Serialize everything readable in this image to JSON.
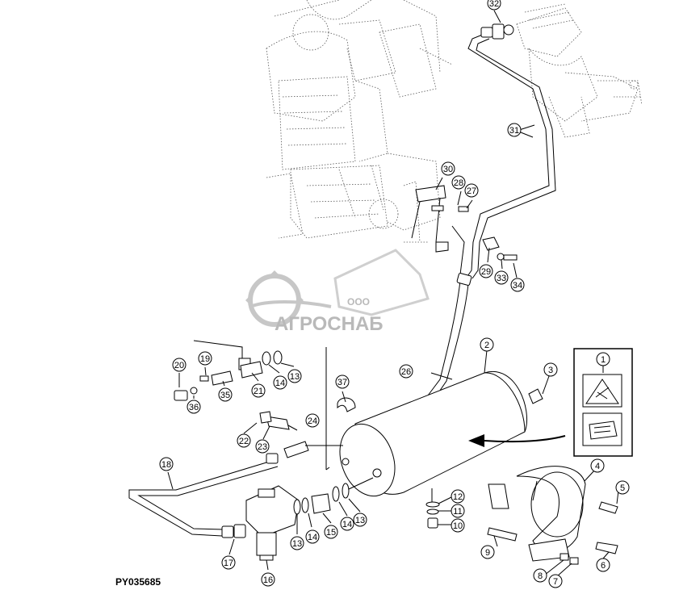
{
  "diagram": {
    "reference_code": "PY035685",
    "watermark": {
      "company_prefix": "ООО",
      "company_name": "АГРОСНАБ"
    },
    "callouts": [
      "1",
      "2",
      "3",
      "4",
      "5",
      "6",
      "7",
      "8",
      "9",
      "10",
      "11",
      "12",
      "13",
      "13",
      "13",
      "14",
      "14",
      "14",
      "15",
      "16",
      "17",
      "18",
      "19",
      "20",
      "21",
      "22",
      "23",
      "24",
      "26",
      "27",
      "28",
      "29",
      "30",
      "31",
      "32",
      "33",
      "34",
      "35",
      "36",
      "37"
    ],
    "legend_box": {
      "number": "1",
      "icons": [
        "warning-pressure-icon",
        "manual-reference-icon"
      ]
    }
  }
}
